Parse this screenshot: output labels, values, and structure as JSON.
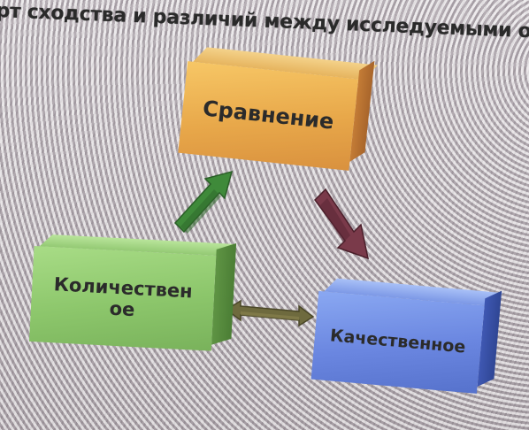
{
  "header": {
    "title": "рт сходства и различий между исследуемыми о"
  },
  "diagram": {
    "nodes": [
      {
        "id": "compare",
        "label": "Сравнение",
        "color": "#e8a84a"
      },
      {
        "id": "quantitative",
        "label_lines": [
          "Количествен",
          "ое"
        ],
        "color": "#8cc66b"
      },
      {
        "id": "qualitative",
        "label": "Качественное",
        "color": "#6a86e0"
      }
    ],
    "edges": [
      {
        "from": "quantitative",
        "to": "compare",
        "color": "#3f8a3a"
      },
      {
        "from": "compare",
        "to": "qualitative",
        "color": "#7a3a4a"
      },
      {
        "from": "quantitative",
        "to": "qualitative",
        "color": "#6e6a3e",
        "bidirectional": true
      }
    ]
  }
}
